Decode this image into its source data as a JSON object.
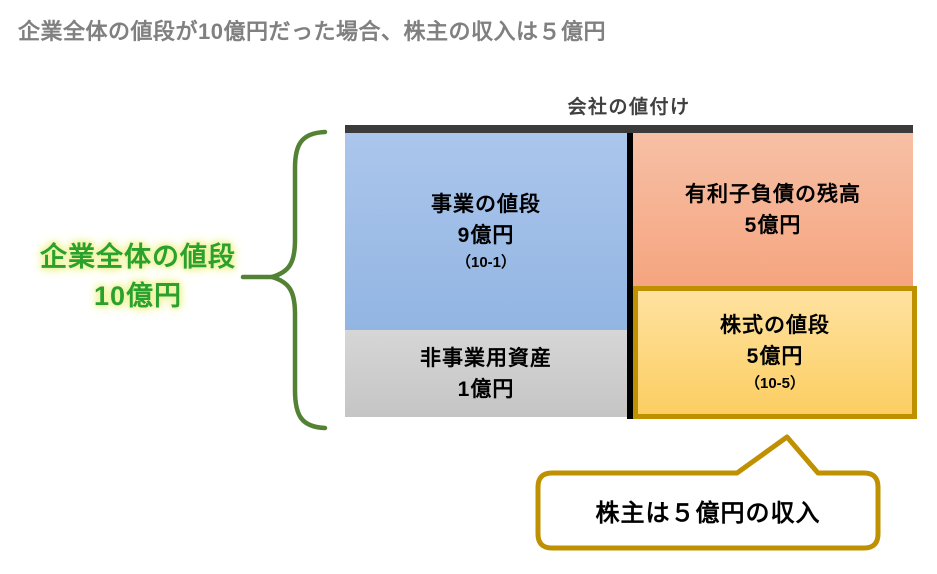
{
  "title": "企業全体の値段が10億円だった場合、株主の収入は５億円",
  "diagram": {
    "caption": "会社の値付け",
    "boxes": {
      "business": {
        "label": "事業の値段",
        "value": "9億円",
        "note": "（10-1）"
      },
      "debt": {
        "label": "有利子負債の残高",
        "value": "5億円"
      },
      "equity": {
        "label": "株式の値段",
        "value": "5億円",
        "note": "（10-5）"
      },
      "non_operating": {
        "label": "非事業用資産",
        "value": "1億円"
      }
    }
  },
  "left_label": {
    "line1": "企業全体の値段",
    "line2": "10億円"
  },
  "callout": {
    "text": "株主は５億円の収入"
  },
  "colors": {
    "title_text": "#808080",
    "caption_text": "#404040",
    "top_bar": "#3B3B3B",
    "business_box_fill": "#9EBCE6",
    "debt_box_fill": "#F6B291",
    "equity_box_fill": "#FDD77F",
    "equity_box_border": "#BF9000",
    "non_operating_box_fill": "#CDCDCD",
    "divider": "#000000",
    "brace": "#548235",
    "total_label_text": "#2AA12F",
    "total_label_glow": "#F1F5A0",
    "callout_border": "#BF9000"
  }
}
